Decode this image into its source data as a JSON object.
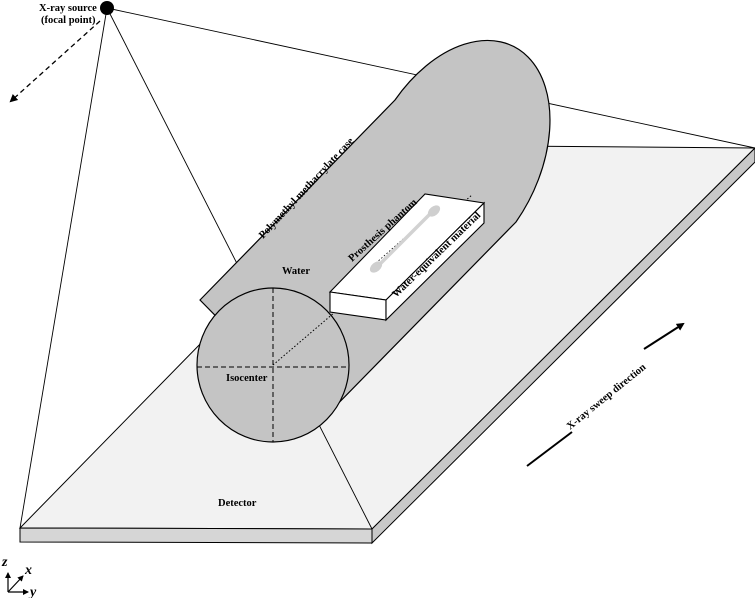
{
  "diagram": {
    "source_label_line1": "X-ray source",
    "source_label_line2": "(focal point)",
    "case_label": "Polymethyl methacrylate case",
    "water_label": "Water",
    "prosthesis_label": "Prosthesis phantom",
    "block_label": "Water-equivalent material",
    "isocenter_label": "Isocenter",
    "detector_label": "Detector",
    "sweep_label": "X-ray sweep direction",
    "axes": {
      "z": "z",
      "x": "x",
      "y": "y"
    },
    "colors": {
      "cylinder_fill": "#c4c4c4",
      "detector_top": "#f2f2f2",
      "detector_side": "#d6d6d6",
      "block_fill": "#ffffff",
      "line": "#000000"
    }
  }
}
